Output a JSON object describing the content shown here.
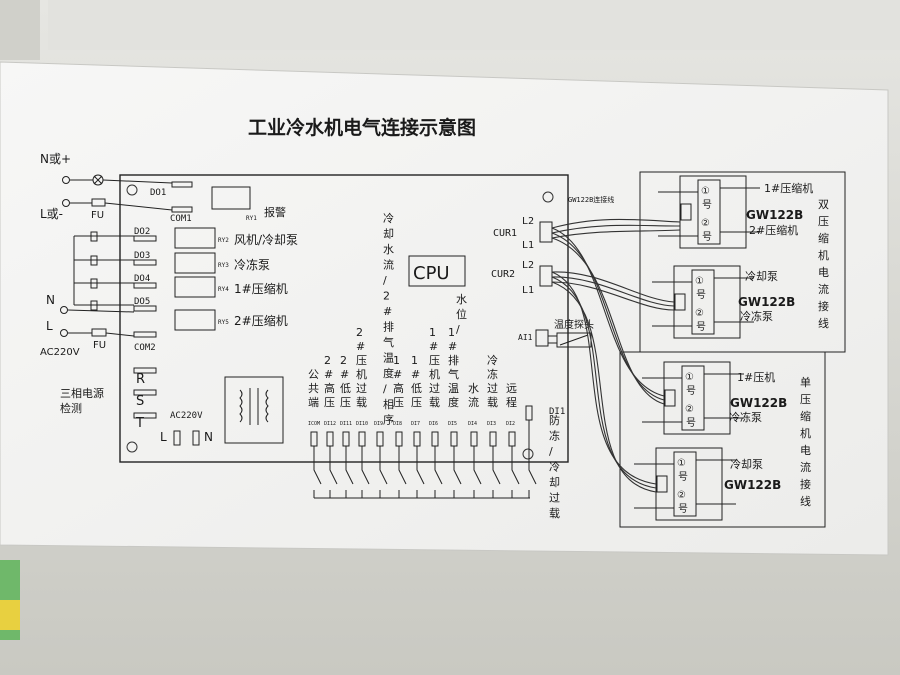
{
  "title": "工业冷水机电气连接示意图",
  "power": {
    "n_plus": "N或+",
    "l_minus": "L或-",
    "fu": "FU",
    "n": "N",
    "l": "L",
    "ac220v": "AC220V",
    "fu2": "FU"
  },
  "phase_check": "三相电源检测",
  "controller": {
    "do1": "DO1",
    "com1": "COM1",
    "ry1": "RY1",
    "alarm": "报警",
    "do2": "DO2",
    "do3": "DO3",
    "do4": "DO4",
    "do5": "DO5",
    "com2": "COM2",
    "relays": [
      {
        "code": "RY2",
        "label": "风机/冷却泵"
      },
      {
        "code": "RY3",
        "label": "冷冻泵"
      },
      {
        "code": "RY4",
        "label": "1#压缩机"
      },
      {
        "code": "RY5",
        "label": "2#压缩机"
      }
    ],
    "cpu": "CPU",
    "water_level": "水位/",
    "cooling_flow": "冷却水流/2#排气温度/相序",
    "r": "R",
    "s": "S",
    "t": "T",
    "ac220v": "AC220V",
    "l": "L",
    "n": "N",
    "cur1": "CUR1",
    "cur2": "CUR2",
    "l2a": "L2",
    "l1a": "L1",
    "l2b": "L2",
    "l1b": "L1",
    "gw_conn": "GW122B连接线",
    "ai1": "AI1",
    "temp_probe": "温度探头",
    "di1_label": "DI1",
    "di1_desc": "防冻/冷却过载",
    "inputs": [
      {
        "label": "公共端",
        "code": "ICOM"
      },
      {
        "label": "2#高压",
        "code": "DI12"
      },
      {
        "label": "2#低压",
        "code": "DI11"
      },
      {
        "label": "2#压机过载",
        "code": "DI10"
      },
      {
        "label": "",
        "code": "DI9"
      },
      {
        "label": "1#高压",
        "code": "DI8"
      },
      {
        "label": "1#低压",
        "code": "DI7"
      },
      {
        "label": "1#压机过载",
        "code": "DI6"
      },
      {
        "label": "1#排气温度",
        "code": "DI5"
      },
      {
        "label": "水流",
        "code": "DI4"
      },
      {
        "label": "冷冻过载",
        "code": "DI3"
      },
      {
        "label": "远程",
        "code": "DI2"
      }
    ]
  },
  "dual_box": {
    "side": "双压缩机电流接线",
    "c1": "1#压缩机",
    "c2": "2#压缩机",
    "m1": "GW122B",
    "p1": "冷却泵",
    "p2": "冷冻泵",
    "m2": "GW122B"
  },
  "single_box": {
    "side": "单压缩机电流接线",
    "c1": "1#压机",
    "m1": "GW122B",
    "p1": "冷冻泵",
    "p2": "冷却泵",
    "m2": "GW122B"
  },
  "num1": "①",
  "num2": "②",
  "hao": "号"
}
